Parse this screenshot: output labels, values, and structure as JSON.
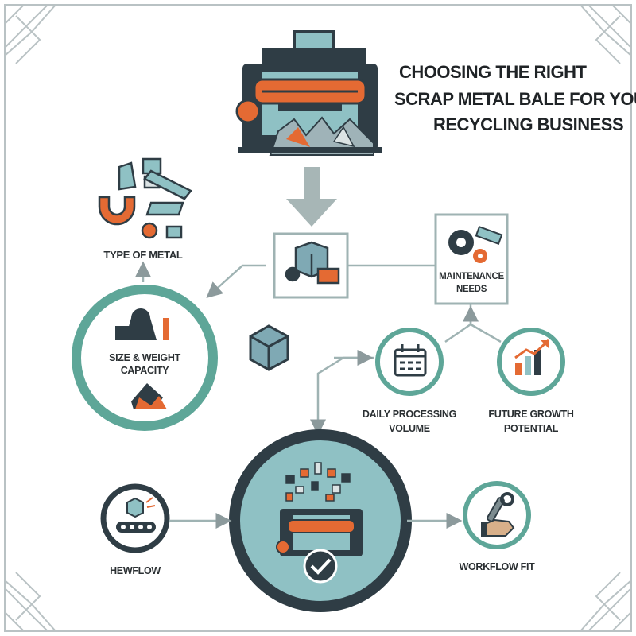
{
  "title": {
    "line1": "CHOOSING THE RIGHT",
    "line2": "SCRAP METAL BALE FOR YOUR",
    "line3": "RECYCLING BUSINESS"
  },
  "nodes": {
    "type_of_metal": "TYPE OF METAL",
    "size_weight_1": "SIZE & WEIGHT",
    "size_weight_2": "CAPACITY",
    "maintenance_1": "MAINTENANCE",
    "maintenance_2": "NEEDS",
    "daily_1": "DAILY PROCESSING",
    "daily_2": "VOLUME",
    "future_1": "FUTURE GROWTH",
    "future_2": "POTENTIAL",
    "hewflow": "HEWFLOW",
    "workflow_fit": "WORKFLOW FIT"
  },
  "icons": {
    "hero": "baler-machine-icon",
    "metals": "metal-parts-icon",
    "processor": "cube-processor-icon",
    "maintenance": "gears-icon",
    "size_weight": "weights-icon",
    "calendar": "calendar-icon",
    "growth": "bar-chart-growth-icon",
    "conveyor": "conveyor-icon",
    "wrench": "wrench-hand-icon",
    "check": "check-icon"
  },
  "colors": {
    "teal": "#5ea698",
    "slate": "#2f3d45",
    "orange": "#e46a33",
    "light_teal": "#8fc1c4",
    "frame": "#9aa8ad"
  }
}
